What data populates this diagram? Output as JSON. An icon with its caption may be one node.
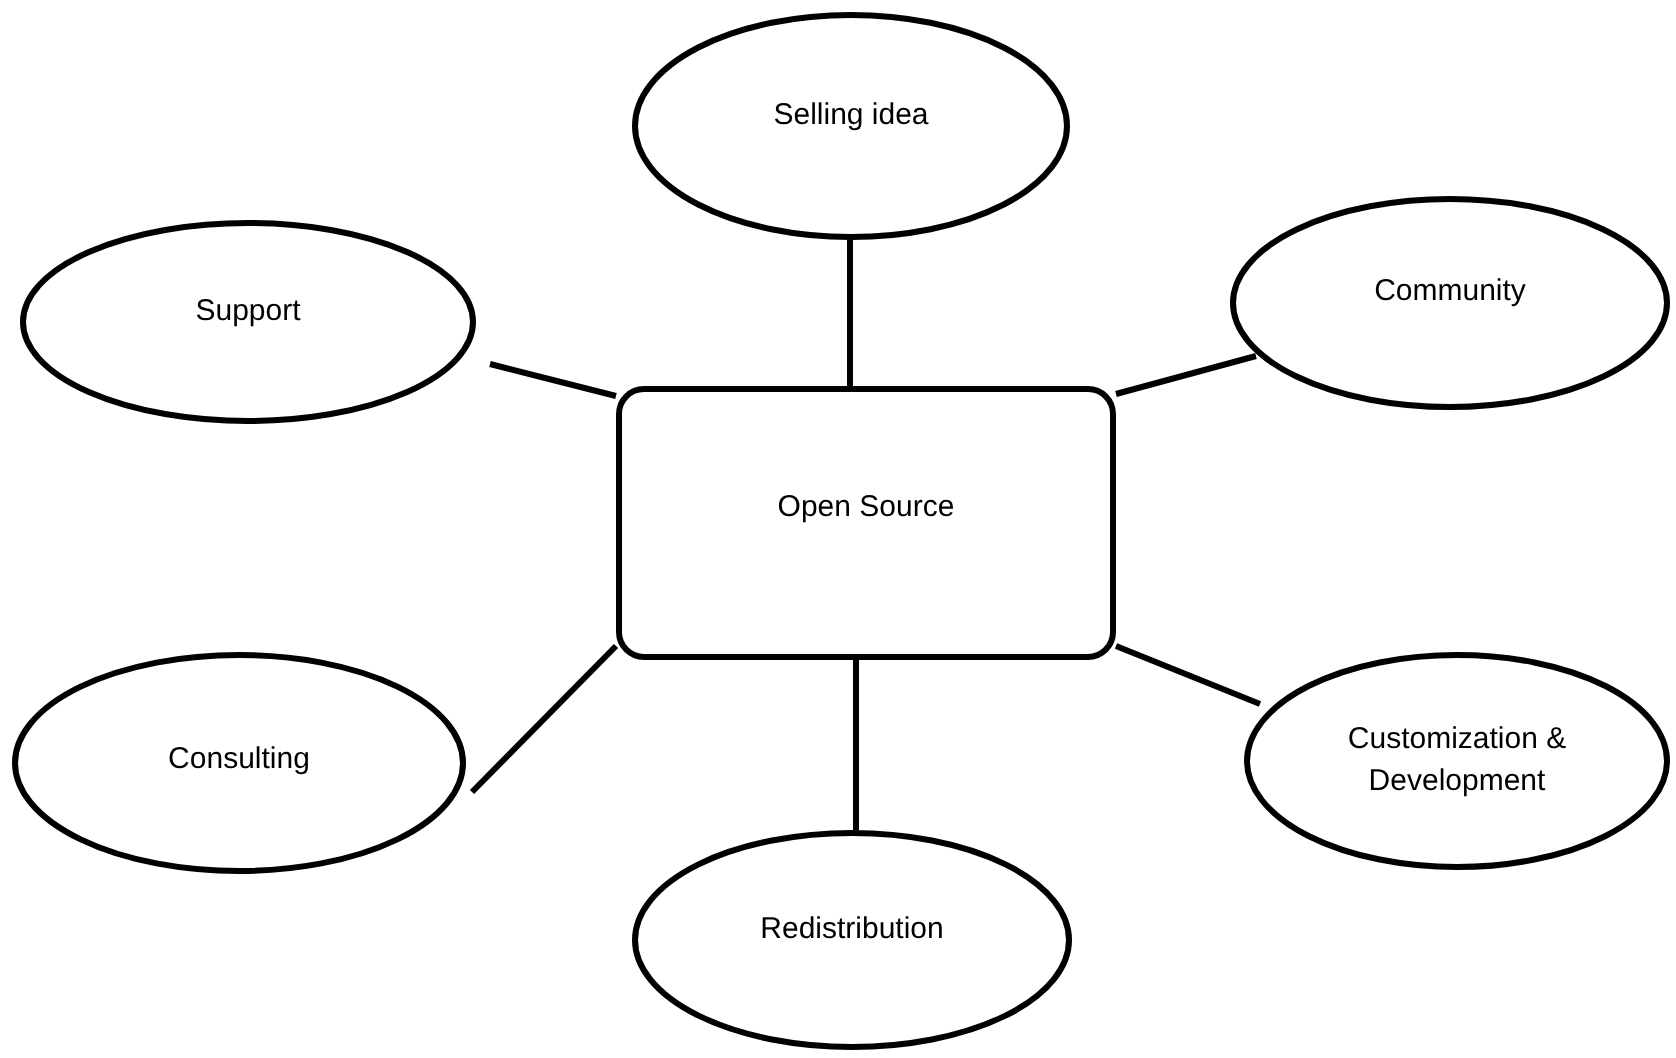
{
  "diagram": {
    "nodes": [
      {
        "text": [
          "Selling idea"
        ]
      },
      {
        "text": [
          "Support"
        ]
      },
      {
        "text": [
          "Community"
        ]
      },
      {
        "text": [
          "Open Source"
        ]
      },
      {
        "text": [
          "Consulting"
        ]
      },
      {
        "text": [
          "Customization & Development"
        ]
      },
      {
        "text": [
          "Redistribution"
        ]
      }
    ],
    "edges": [
      {
        "from": 3,
        "to": 0,
        "arrow": "none"
      },
      {
        "from": 3,
        "to": 1,
        "arrow": "none"
      },
      {
        "from": 3,
        "to": 2,
        "arrow": "none"
      },
      {
        "from": 3,
        "to": 4,
        "arrow": "none"
      },
      {
        "from": 3,
        "to": 5,
        "arrow": "none"
      },
      {
        "from": 3,
        "to": 6,
        "arrow": "none"
      }
    ]
  }
}
